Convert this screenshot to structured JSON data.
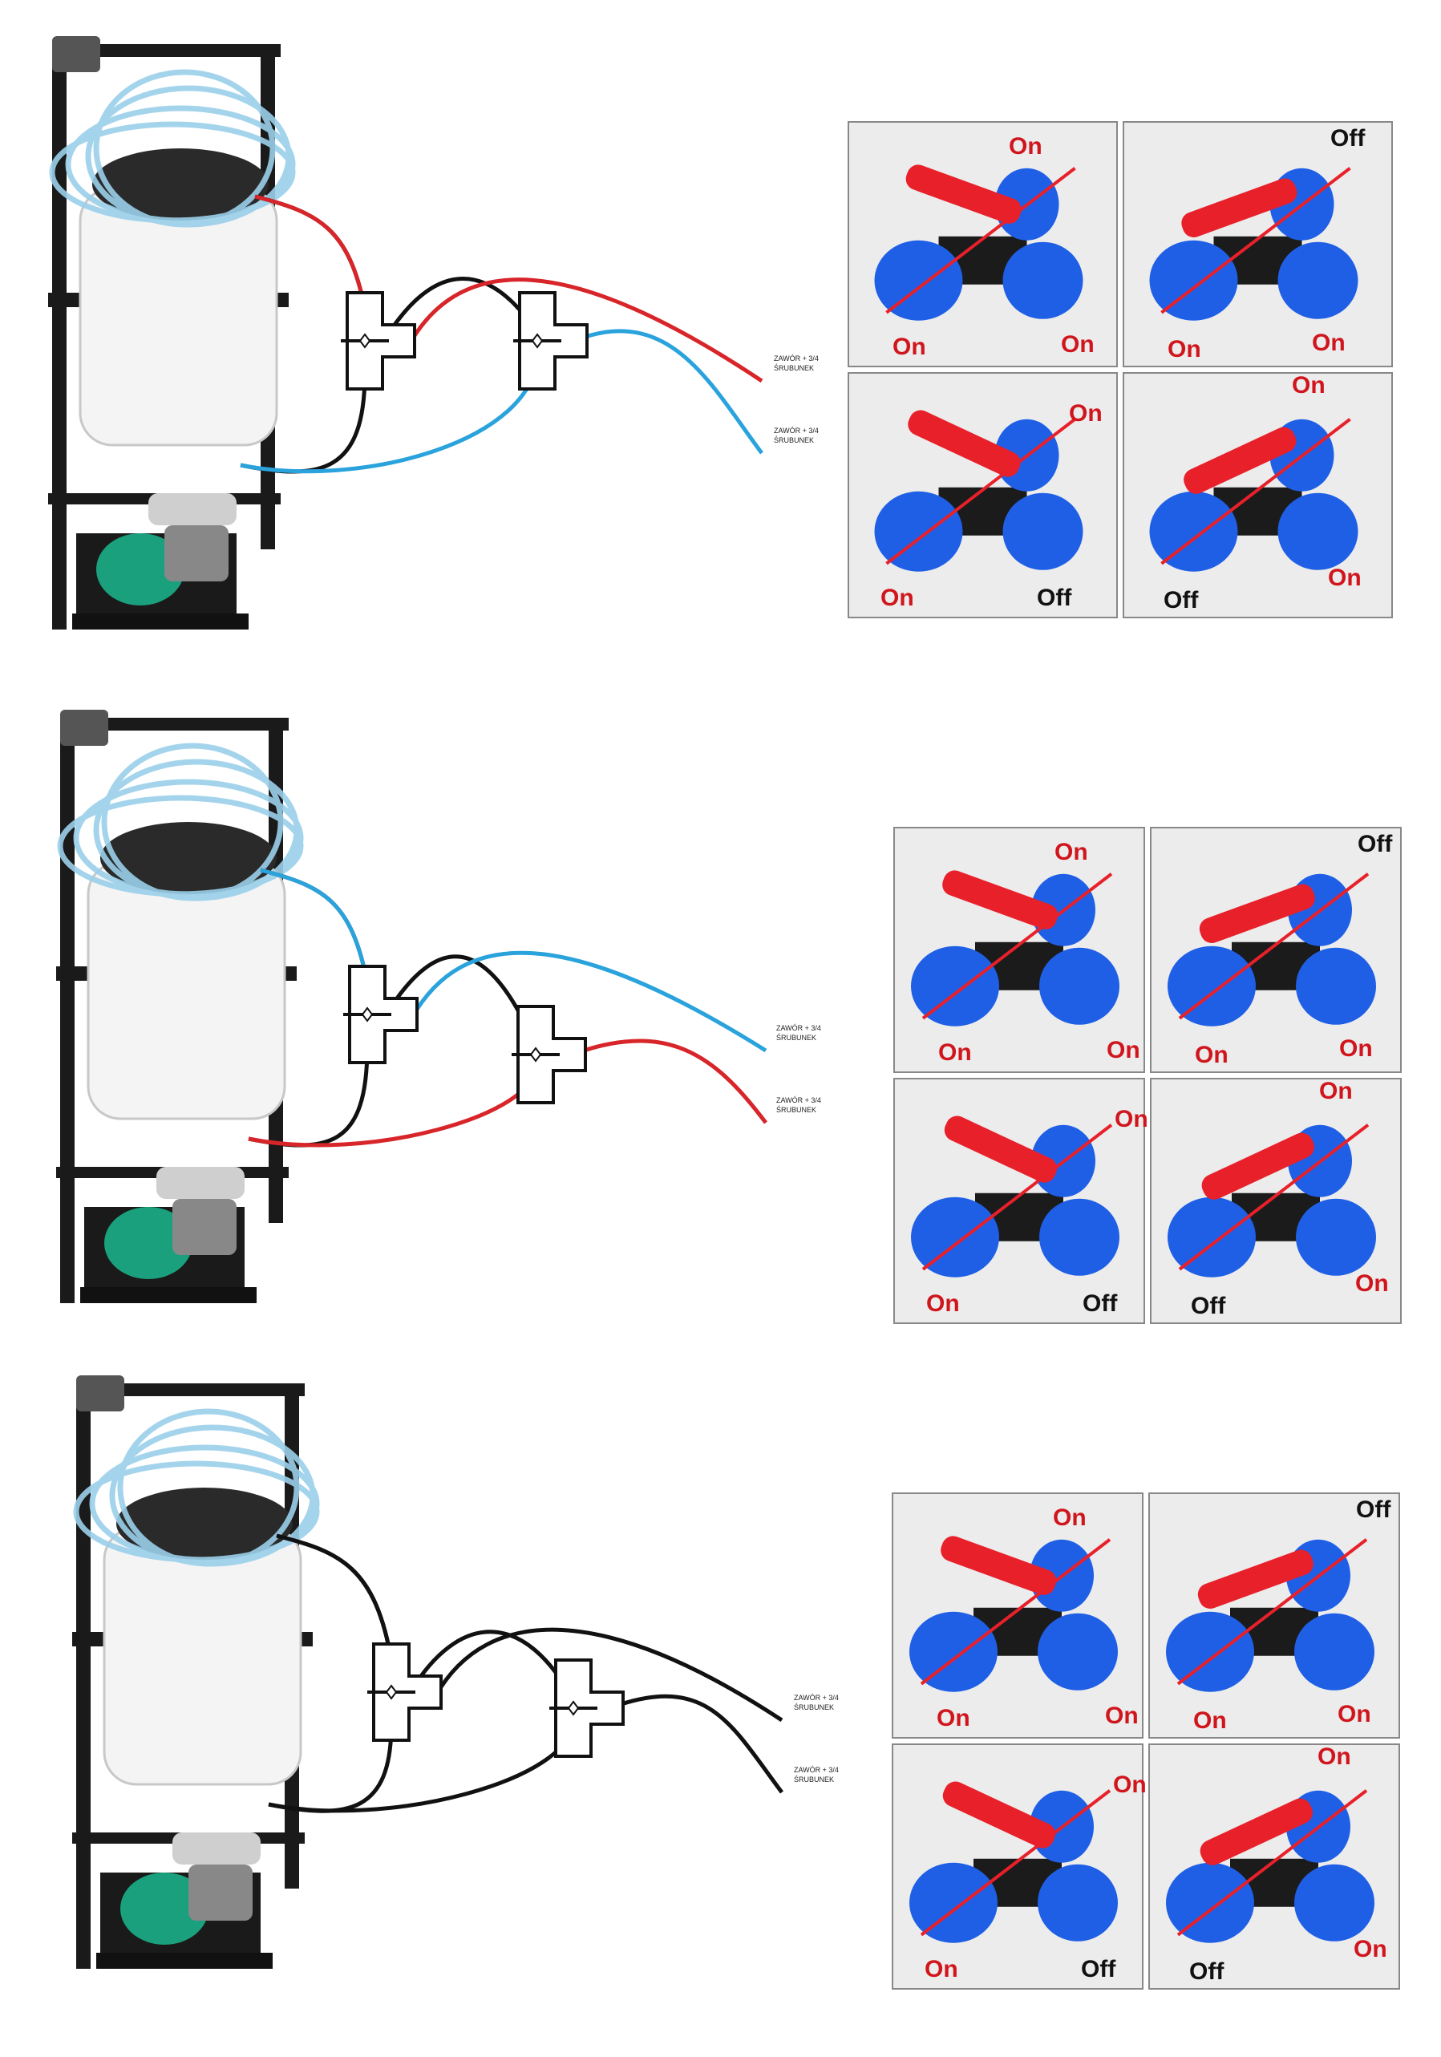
{
  "colors": {
    "red_hose": "#d8252a",
    "blue_hose": "#2aa3dd",
    "black_hose": "#111111",
    "valve_blue": "#1f5fe6",
    "valve_red": "#e8202a",
    "label_red": "#d0151c",
    "label_black": "#111111"
  },
  "outlets": {
    "label_line1": "ZAWÓR  + 3/4",
    "label_line2": "ŚRUBUNEK"
  },
  "states": {
    "on": "On",
    "off": "Off"
  },
  "diagrams": [
    {
      "flow_colors": [
        "red",
        "blue"
      ]
    },
    {
      "flow_colors": [
        "blue",
        "red"
      ]
    },
    {
      "flow_colors": [
        "black",
        "black"
      ]
    }
  ],
  "valve_panels": [
    {
      "tl": [
        "On",
        "On",
        "On"
      ],
      "tr": [
        "Off",
        "On",
        "On"
      ],
      "bl": [
        "On",
        "On",
        "Off"
      ],
      "br": [
        "On",
        "Off",
        "On"
      ]
    },
    {
      "tl": [
        "On",
        "On",
        "On"
      ],
      "tr": [
        "Off",
        "On",
        "On"
      ],
      "bl": [
        "On",
        "On",
        "Off"
      ],
      "br": [
        "On",
        "Off",
        "On"
      ]
    },
    {
      "tl": [
        "On",
        "On",
        "On"
      ],
      "tr": [
        "Off",
        "On",
        "On"
      ],
      "bl": [
        "On",
        "On",
        "Off"
      ],
      "br": [
        "On",
        "Off",
        "On"
      ]
    }
  ]
}
